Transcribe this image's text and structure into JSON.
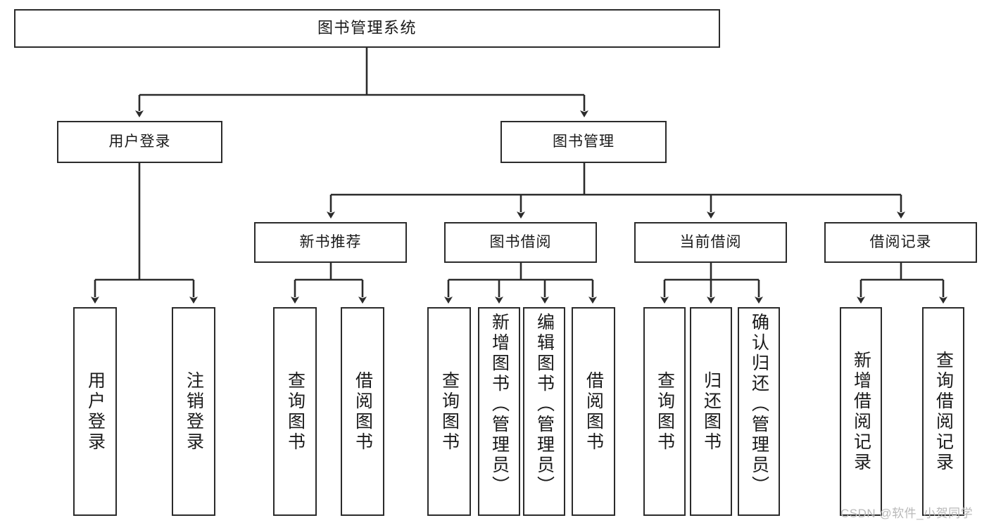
{
  "diagram": {
    "type": "tree-hierarchy-chart",
    "title": "图书管理系统",
    "watermark": "CSDN @软件_小贺同学",
    "colors": {
      "stroke": "#2b2b2b",
      "fill": "#ffffff",
      "text": "#1a1a1a",
      "watermark": "#b9b9b9",
      "background": "#ffffff"
    },
    "nodes": {
      "root": {
        "label": "图书管理系统"
      },
      "level2": [
        {
          "label": "用户登录"
        },
        {
          "label": "图书管理"
        }
      ],
      "level3": [
        {
          "label": "新书推荐"
        },
        {
          "label": "图书借阅"
        },
        {
          "label": "当前借阅"
        },
        {
          "label": "借阅记录"
        }
      ],
      "leaves": {
        "user_login": [
          {
            "label": "用户登录"
          },
          {
            "label": "注销登录"
          }
        ],
        "new_book": [
          {
            "label": "查询图书"
          },
          {
            "label": "借阅图书"
          }
        ],
        "borrow_book": [
          {
            "label": "查询图书"
          },
          {
            "label": "新增图书（管理员）"
          },
          {
            "label": "编辑图书（管理员）"
          },
          {
            "label": "借阅图书"
          }
        ],
        "current_borrow": [
          {
            "label": "查询图书"
          },
          {
            "label": "归还图书"
          },
          {
            "label": "确认归还（管理员）"
          }
        ],
        "borrow_record": [
          {
            "label": "新增借阅记录"
          },
          {
            "label": "查询借阅记录"
          }
        ]
      }
    }
  }
}
